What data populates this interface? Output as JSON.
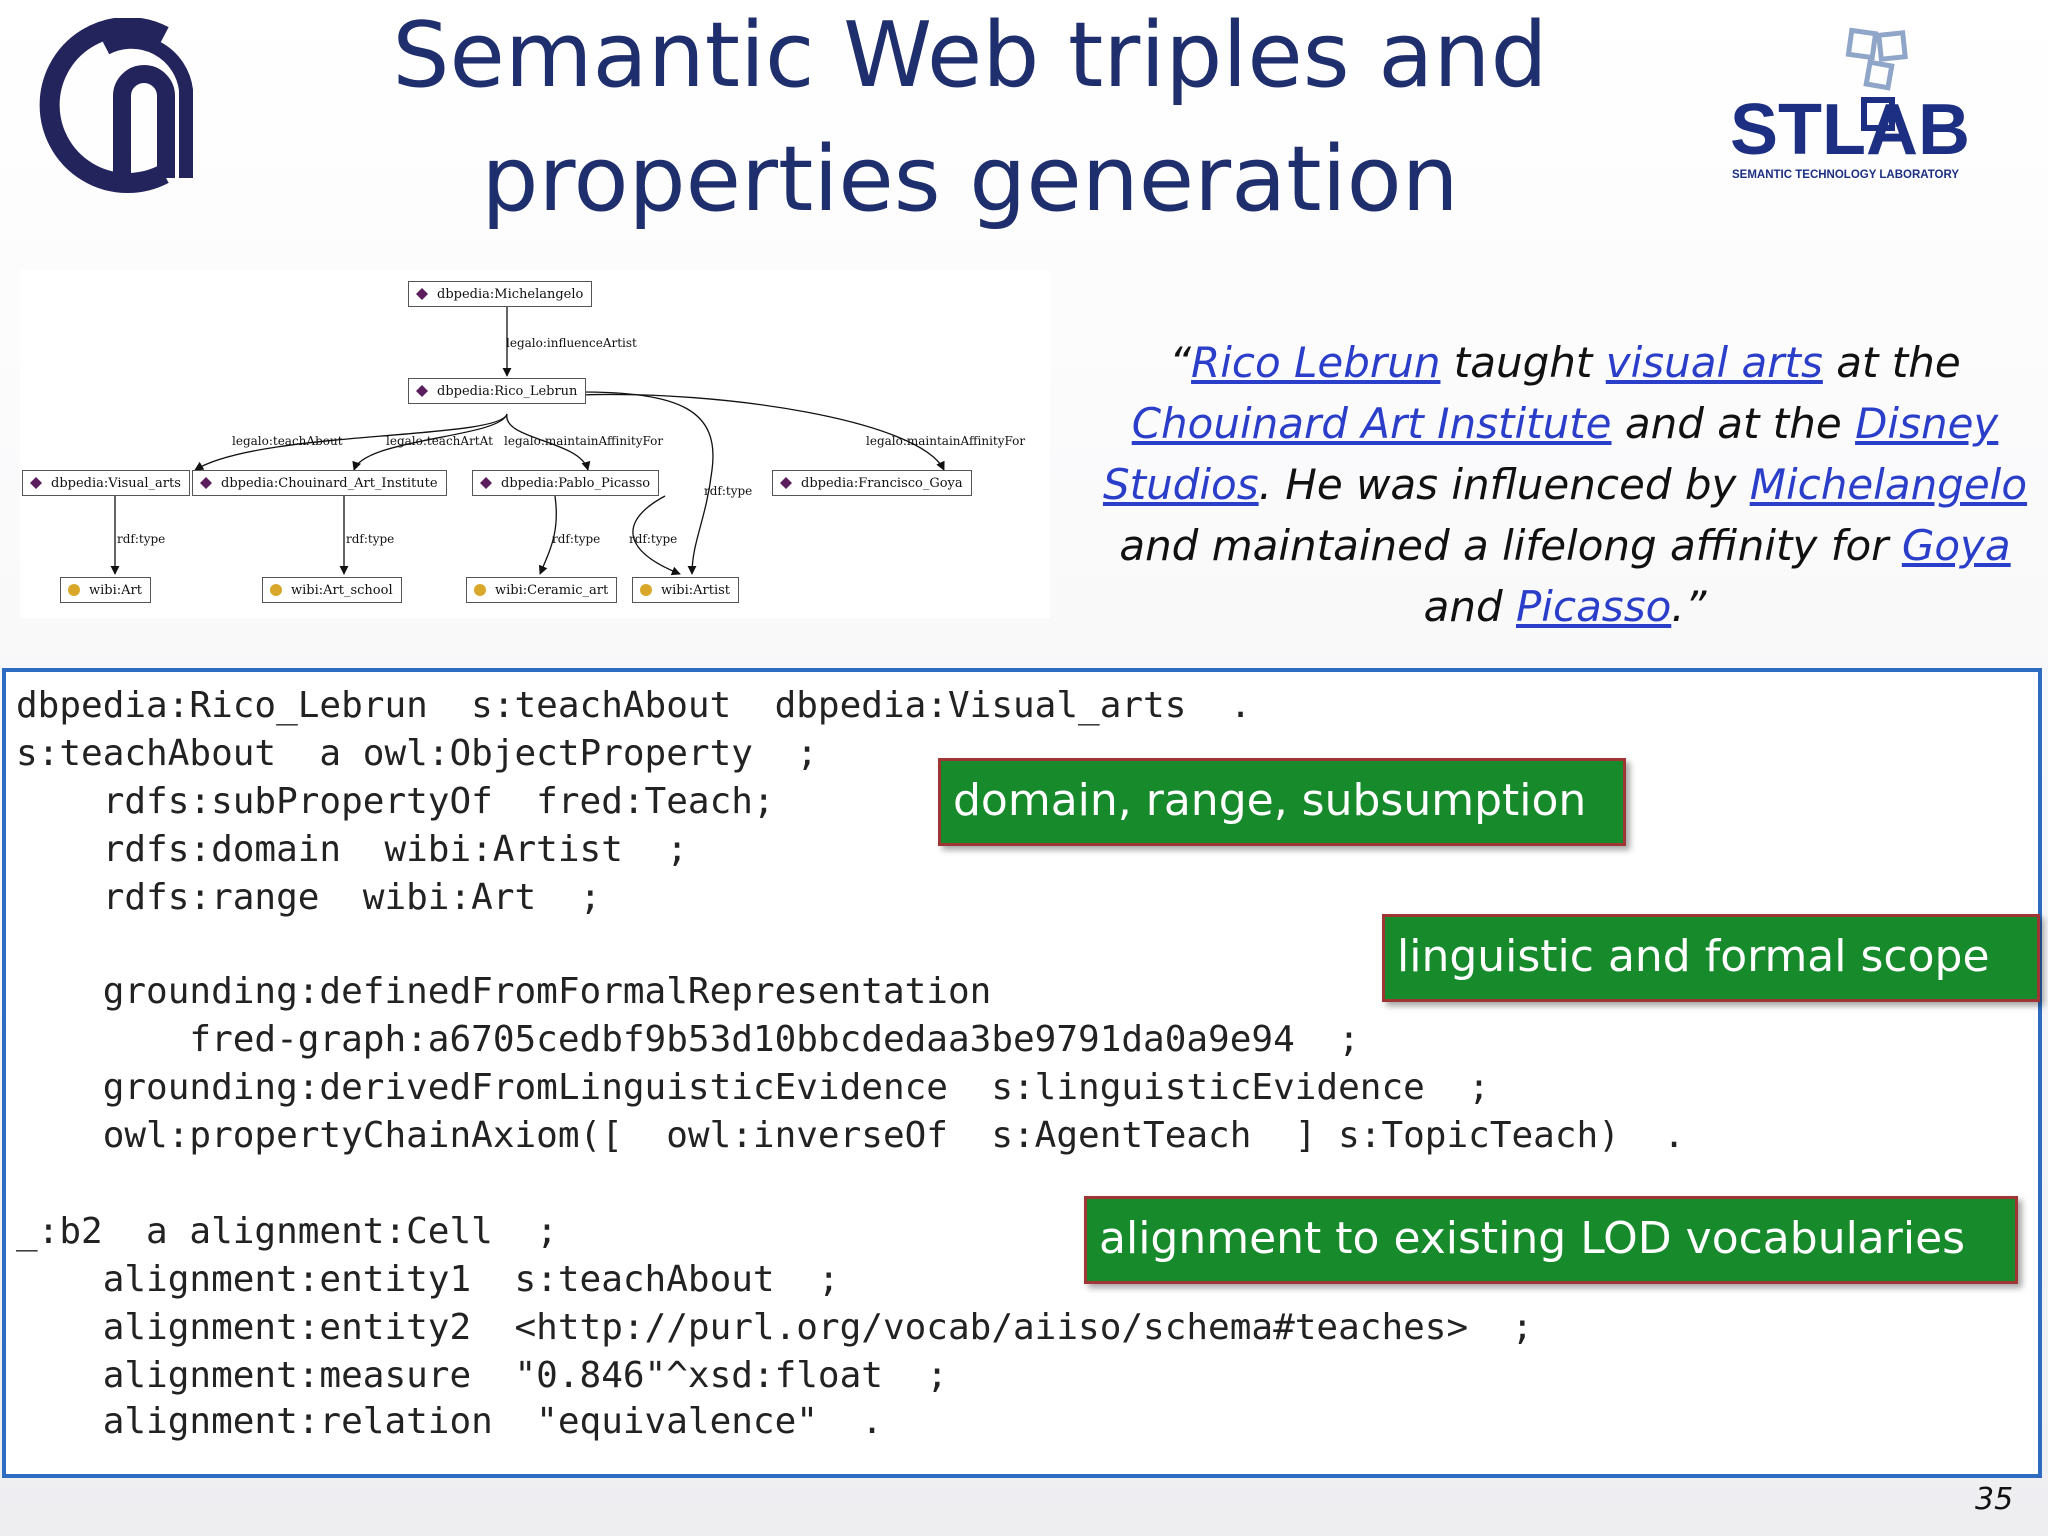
{
  "slide": {
    "title_line1": "Semantic Web triples and",
    "title_line2": "properties generation",
    "page_number": "35"
  },
  "stlab_logo": {
    "wordmark": "STLAB",
    "tagline": "SEMANTIC TECHNOLOGY LABORATORY"
  },
  "diagram": {
    "nodes": {
      "michelangelo": "dbpedia:Michelangelo",
      "rico_lebrun": "dbpedia:Rico_Lebrun",
      "visual_arts": "dbpedia:Visual_arts",
      "chouinard": "dbpedia:Chouinard_Art_Institute",
      "picasso": "dbpedia:Pablo_Picasso",
      "goya": "dbpedia:Francisco_Goya",
      "art": "wibi:Art",
      "art_school": "wibi:Art_school",
      "ceramic_art": "wibi:Ceramic_art",
      "artist": "wibi:Artist"
    },
    "edges": {
      "influence": "legalo:influenceArtist",
      "teach_about": "legalo:teachAbout",
      "teach_art_at": "legalo:teachArtAt",
      "maintain_picasso": "legalo:maintainAffinityFor",
      "maintain_goya": "legalo:maintainAffinityFor",
      "type_lebrun": "rdf:type",
      "type_visual": "rdf:type",
      "type_chouinard": "rdf:type",
      "type_picasso_ceramic": "rdf:type",
      "type_picasso_artist": "rdf:type"
    }
  },
  "quote": {
    "open": "“",
    "rico": "Rico Lebrun",
    "t1": " taught ",
    "visual_arts": "visual arts",
    "t2": " at the ",
    "chouinard": "Chouinard Art Institute",
    "t3": " and at the ",
    "disney": "Disney Studios",
    "t4": ". He was influenced by ",
    "michelangelo": "Michelangelo",
    "t5": " and maintained a lifelong affinity for ",
    "goya": "Goya",
    "t6": " and ",
    "picasso": "Picasso",
    "close": ".”"
  },
  "code": {
    "l1": "dbpedia:Rico_Lebrun  s:teachAbout  dbpedia:Visual_arts  .",
    "l2": "s:teachAbout  a owl:ObjectProperty  ;",
    "l3": "    rdfs:subPropertyOf  fred:Teach;",
    "l4": "    rdfs:domain  wibi:Artist  ;",
    "l5": "    rdfs:range  wibi:Art  ;",
    "l6": "    grounding:definedFromFormalRepresentation",
    "l7": "        fred-graph:a6705cedbf9b53d10bbcdedaa3be9791da0a9e94  ;",
    "l8": "    grounding:derivedFromLinguisticEvidence  s:linguisticEvidence  ;",
    "l9": "    owl:propertyChainAxiom([  owl:inverseOf  s:AgentTeach  ] s:TopicTeach)  .",
    "l10": "_:b2  a alignment:Cell  ;",
    "l11": "    alignment:entity1  s:teachAbout  ;",
    "l12": "    alignment:entity2  <http://purl.org/vocab/aiiso/schema#teaches>  ;",
    "l13": "    alignment:measure  \"0.846\"^xsd:float  ;",
    "l14": "    alignment:relation  \"equivalence\"  ."
  },
  "callouts": {
    "c1": "domain, range, subsumption",
    "c2": "linguistic and formal scope",
    "c3": "alignment to existing LOD vocabularies"
  },
  "colors": {
    "title": "#1f2f6e",
    "link": "#2a3ec9",
    "callout_bg": "#178a2b",
    "callout_border": "#a03535",
    "code_border": "#2d6cc0",
    "stlab_blue": "#1c2f82",
    "stlab_red": "#d22630"
  }
}
